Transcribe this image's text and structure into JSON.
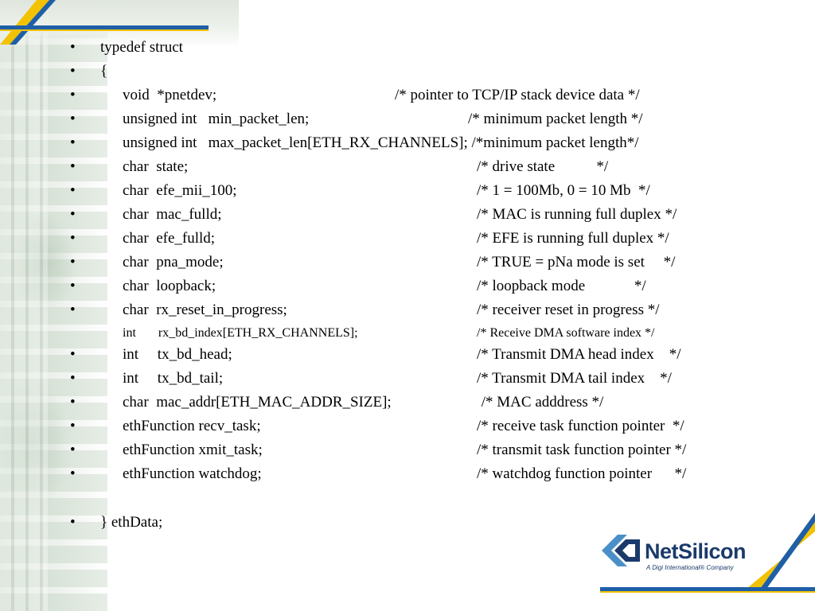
{
  "lines": [
    {
      "code": "typedef struct",
      "comment": ""
    },
    {
      "code": "{",
      "comment": ""
    },
    {
      "code": "void  *pnetdev;",
      "comment": "/* pointer to TCP/IP stack device data */"
    },
    {
      "code": "unsigned int   min_packet_len;",
      "comment": "/* minimum packet length */"
    },
    {
      "code": "unsigned int   max_packet_len[ETH_RX_CHANNELS]; /*minimum packet length*/",
      "comment": ""
    },
    {
      "code": "char  state;",
      "comment": "/* drive state           */"
    },
    {
      "code": "char  efe_mii_100;",
      "comment": "/* 1 = 100Mb, 0 = 10 Mb  */"
    },
    {
      "code": "char  mac_fulld;",
      "comment": "/* MAC is running full duplex */"
    },
    {
      "code": "char  efe_fulld;",
      "comment": "/* EFE is running full duplex */"
    },
    {
      "code": "char  pna_mode;",
      "comment": "/* TRUE = pNa mode is set     */"
    },
    {
      "code": "char  loopback;",
      "comment": "/* loopback mode             */"
    },
    {
      "code": "char  rx_reset_in_progress;",
      "comment": "/* receiver reset in progress */"
    },
    {
      "code": "int       rx_bd_index[ETH_RX_CHANNELS];",
      "comment": "/* Receive DMA software index */"
    },
    {
      "code": "int     tx_bd_head;",
      "comment": "/* Transmit DMA head index    */"
    },
    {
      "code": "int     tx_bd_tail;",
      "comment": "/* Transmit DMA tail index    */"
    },
    {
      "code": "char  mac_addr[ETH_MAC_ADDR_SIZE];",
      "comment": " /* MAC adddress */"
    },
    {
      "code": "ethFunction recv_task;",
      "comment": "/* receive task function pointer  */"
    },
    {
      "code": "ethFunction xmit_task;",
      "comment": "/* transmit task function pointer */"
    },
    {
      "code": "ethFunction watchdog;",
      "comment": "/* watchdog function pointer      */"
    },
    {
      "code": "} ethData;",
      "comment": ""
    }
  ],
  "bullet_char": "•",
  "logo": {
    "name": "NetSilicon",
    "tagline": "A Digi International® Company",
    "brand_color": "#1b3a6b",
    "accent_color": "#4a90c8"
  },
  "colors": {
    "stripe_blue": "#1f5fa8",
    "stripe_gold": "#f2c200"
  }
}
